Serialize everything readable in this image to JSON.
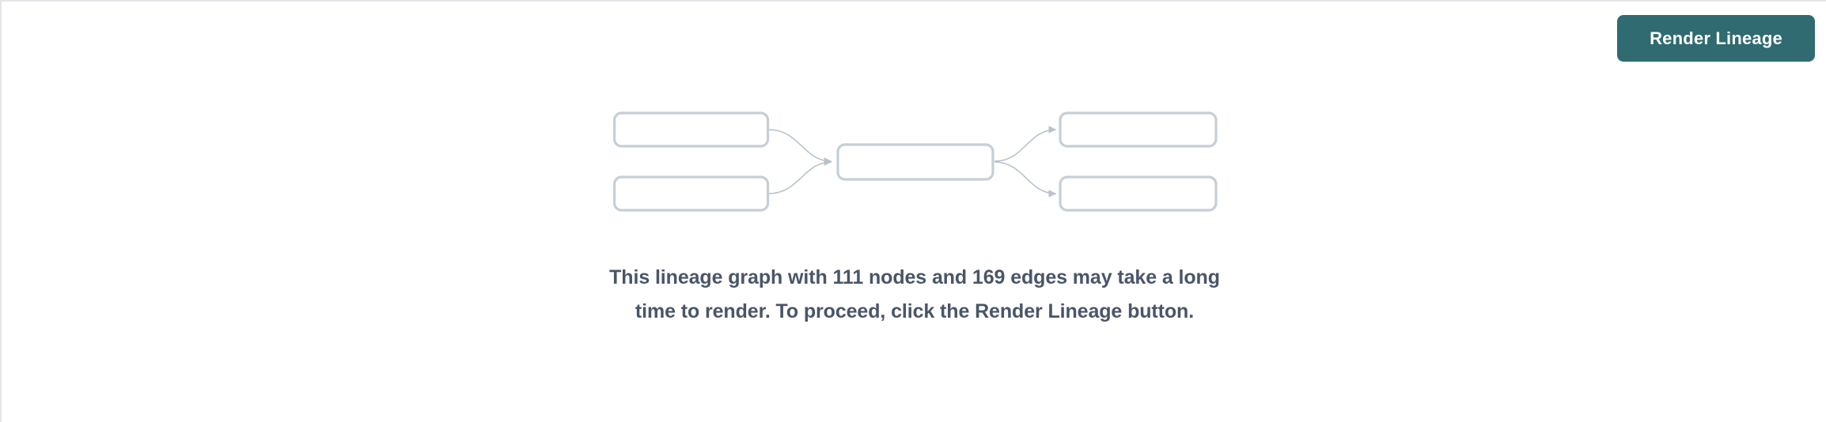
{
  "toolbar": {
    "render_lineage_label": "Render Lineage"
  },
  "placeholder": {
    "message": "This lineage graph with 111 nodes and 169 edges may take a long time to render. To proceed, click the Render Lineage button.",
    "node_count": 111,
    "edge_count": 169
  },
  "skeleton": {
    "nodes": [
      {
        "id": "upstream-1",
        "name": "skeleton-node-upstream-top"
      },
      {
        "id": "upstream-2",
        "name": "skeleton-node-upstream-bottom"
      },
      {
        "id": "center",
        "name": "skeleton-node-center"
      },
      {
        "id": "downstream-1",
        "name": "skeleton-node-downstream-top"
      },
      {
        "id": "downstream-2",
        "name": "skeleton-node-downstream-bottom"
      }
    ],
    "edges": [
      {
        "from": "upstream-1",
        "to": "center"
      },
      {
        "from": "upstream-2",
        "to": "center"
      },
      {
        "from": "center",
        "to": "downstream-1"
      },
      {
        "from": "center",
        "to": "downstream-2"
      }
    ]
  },
  "colors": {
    "accent": "#2f6b70",
    "button_text": "#ffffff",
    "message_text": "#4a5568",
    "skeleton_stroke": "#c6ced7",
    "edge_stroke": "#b9c2cc",
    "panel_border": "#e3e5e9",
    "background": "#ffffff"
  }
}
